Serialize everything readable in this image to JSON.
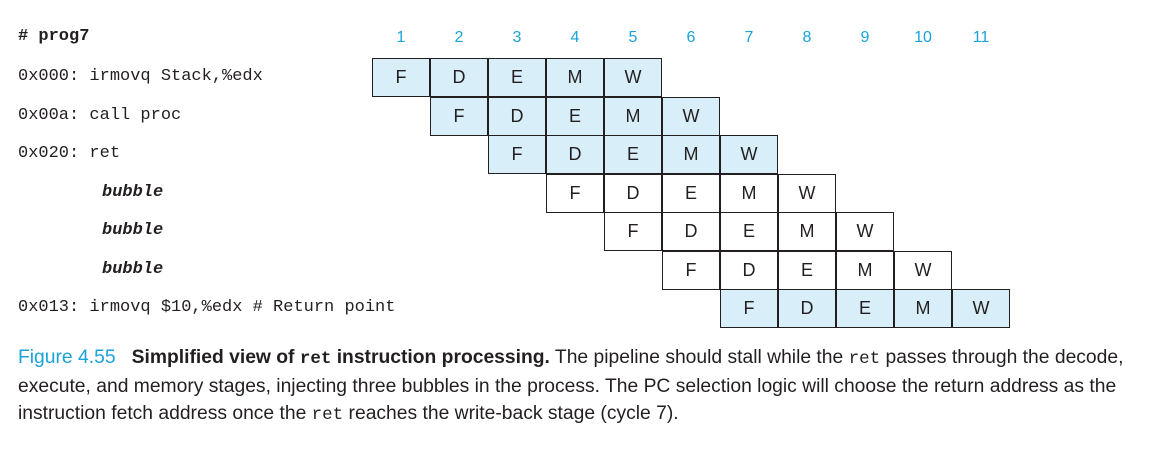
{
  "program": {
    "title": "# prog7",
    "instructions": [
      {
        "label": "0x000: irmovq Stack,%edx",
        "bubble": false,
        "start": 1,
        "blue": true
      },
      {
        "label": "0x00a: call proc",
        "bubble": false,
        "start": 2,
        "blue": true
      },
      {
        "label": "0x020: ret",
        "bubble": false,
        "start": 3,
        "blue": true
      },
      {
        "label": "bubble",
        "bubble": true,
        "start": 4,
        "blue": false
      },
      {
        "label": "bubble",
        "bubble": true,
        "start": 5,
        "blue": false
      },
      {
        "label": "bubble",
        "bubble": true,
        "start": 6,
        "blue": false
      },
      {
        "label": "0x013: irmovq $10,%edx # Return point",
        "bubble": false,
        "start": 7,
        "blue": true
      }
    ]
  },
  "stages": [
    "F",
    "D",
    "E",
    "M",
    "W"
  ],
  "cycles": [
    "1",
    "2",
    "3",
    "4",
    "5",
    "6",
    "7",
    "8",
    "9",
    "10",
    "11"
  ],
  "colors": {
    "cycle_number": "#1aa3d9",
    "active_cell": "#d8eff9",
    "figure_number": "#1aa3d9"
  },
  "caption": {
    "number": "Figure 4.55",
    "title_a": "Simplified view of ",
    "title_code": "ret",
    "title_b": " instruction processing.",
    "t1": " The pipeline should stall while the ",
    "c1": "ret",
    "t2": " passes through the decode, execute, and memory stages, injecting three bubbles in the process. The PC selection logic will choose the return address as the instruction fetch address once the ",
    "c2": "ret",
    "t3": " reaches the write-back stage (cycle 7)."
  }
}
